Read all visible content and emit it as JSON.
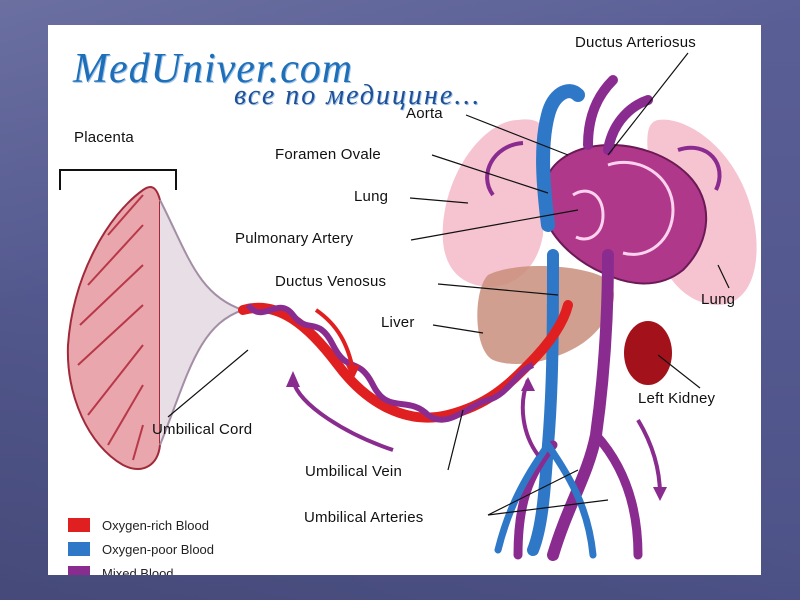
{
  "watermark": {
    "line1": "MedUniver.com",
    "line2": "все по медицине..."
  },
  "labels": {
    "placenta": "Placenta",
    "ductus_arteriosus": "Ductus Arteriosus",
    "aorta": "Aorta",
    "foramen_ovale": "Foramen Ovale",
    "lung_left_side": "Lung",
    "pulmonary_artery": "Pulmonary Artery",
    "ductus_venosus": "Ductus Venosus",
    "liver": "Liver",
    "lung_right_side": "Lung",
    "left_kidney": "Left Kidney",
    "umbilical_cord": "Umbilical Cord",
    "umbilical_vein": "Umbilical Vein",
    "umbilical_arteries": "Umbilical Arteries"
  },
  "legend": [
    {
      "label": "Oxygen-rich Blood",
      "color": "#e02020"
    },
    {
      "label": "Oxygen-poor Blood",
      "color": "#2f78c8"
    },
    {
      "label": "Mixed Blood",
      "color": "#8a2c8f"
    }
  ],
  "colors": {
    "oxygen_rich": "#e02020",
    "oxygen_poor": "#2f78c8",
    "mixed": "#8a2c8f",
    "lung": "#f4b9c9",
    "liver": "#c98e7b",
    "kidney": "#a3121b",
    "panel_bg": "#ffffff",
    "slide_bg": "#565b92"
  }
}
